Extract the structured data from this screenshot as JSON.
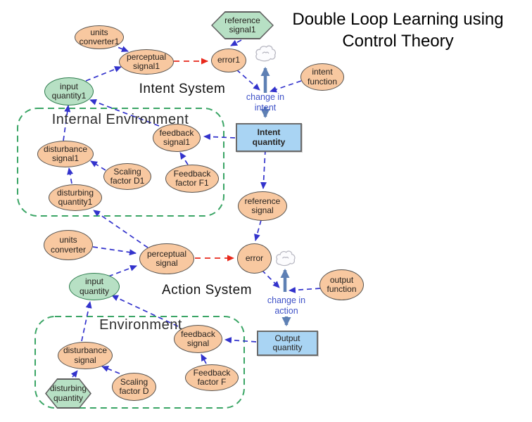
{
  "title": "Double Loop Learning using\nControl Theory",
  "section_labels": {
    "intent_system": "Intent System",
    "action_system": "Action System"
  },
  "containers": {
    "internal_environment": "Internal Environment",
    "environment": "Environment"
  },
  "flow_labels": {
    "change_in_intent": "change in\nintent",
    "change_in_action": "change in\naction"
  },
  "nodes": {
    "reference_signal1": "reference\nsignal1",
    "units_converter1": "units\nconverter1",
    "perceptual_signal1": "perceptual\nsignal1",
    "error1": "error1",
    "intent_function": "intent\nfunction",
    "input_quantity1": "input\nquantity1",
    "intent_quantity": "Intent\nquantity",
    "feedback_signal1": "feedback\nsignal1",
    "disturbance_signal1": "disturbance\nsignal1",
    "scaling_factor_d1": "Scaling\nfactor D1",
    "feedback_factor_f1": "Feedback\nfactor F1",
    "disturbing_quantity1": "disturbing\nquantity1",
    "reference_signal": "reference\nsignal",
    "units_converter": "units\nconverter",
    "perceptual_signal": "perceptual\nsignal",
    "error": "error",
    "output_function": "output\nfunction",
    "input_quantity": "input\nquantity",
    "output_quantity": "Output\nquantity",
    "feedback_signal": "feedback\nsignal",
    "disturbance_signal": "disturbance\nsignal",
    "scaling_factor_d": "Scaling\nfactor D",
    "feedback_factor_f": "Feedback\nfactor F",
    "disturbing_quantity": "disturbing\nquantity"
  },
  "colors": {
    "node_fill_orange": "#f8c8a0",
    "node_fill_green": "#b7e0c4",
    "node_fill_blue": "#a9d4f3",
    "edge_blue": "#3333cc",
    "edge_red": "#e8291c",
    "edge_thick_blue": "#5e80b4",
    "container_border_green": "#3aa565",
    "flow_label_blue": "#4053c8"
  }
}
